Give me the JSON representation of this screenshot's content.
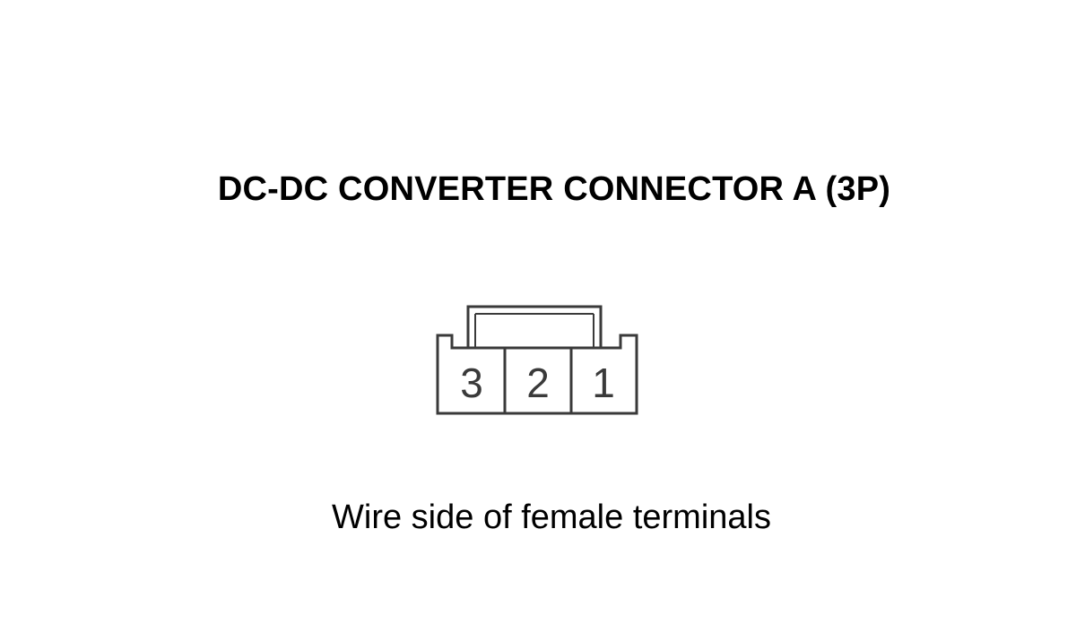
{
  "diagram": {
    "title": "DC-DC CONVERTER CONNECTOR A (3P)",
    "caption": "Wire side of female terminals",
    "terminals": [
      "3",
      "2",
      "1"
    ],
    "line_color": "#3a3a3a"
  }
}
